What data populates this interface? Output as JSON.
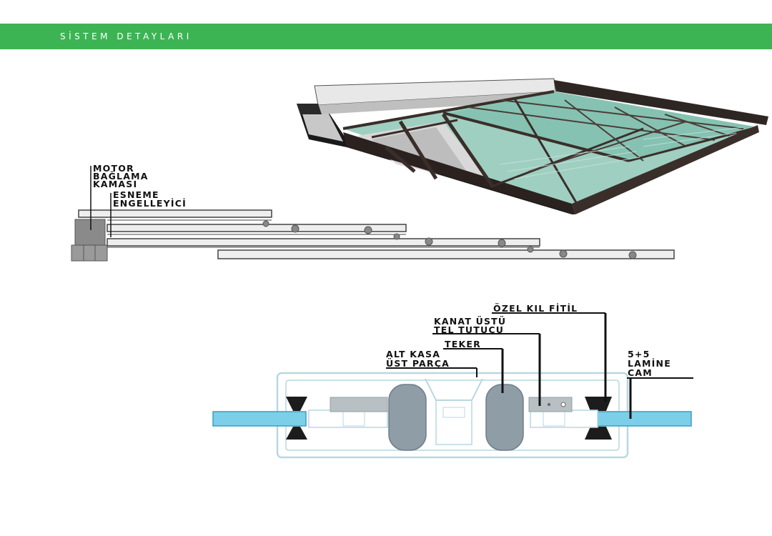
{
  "header": {
    "title": "SİSTEM DETAYLARI"
  },
  "colors": {
    "header_green": "#3db454",
    "frame_dark": "#3a2e2a",
    "glass_green": "#8fc7b8",
    "glass_blue": "#7ccfe8",
    "profile_outline": "#b9d7e3"
  },
  "side_view": {
    "labels": {
      "motor": [
        "MOTOR",
        "BAĞLAMA",
        "KAMASI"
      ],
      "esneme": [
        "ESNEME",
        "ENGELLEYİCİ"
      ]
    }
  },
  "section_view": {
    "labels": {
      "ozel_kil_fitil": [
        "ÖZEL KIL FİTİL"
      ],
      "kanat_ustu": [
        "KANAT ÜSTÜ",
        "TEL TUTUCU"
      ],
      "teker": [
        "TEKER"
      ],
      "alt_kasa": [
        "ALT KASA",
        "ÜST PARÇA"
      ],
      "lamine_cam": [
        "5+5",
        "LAMİNE",
        "CAM"
      ]
    }
  }
}
